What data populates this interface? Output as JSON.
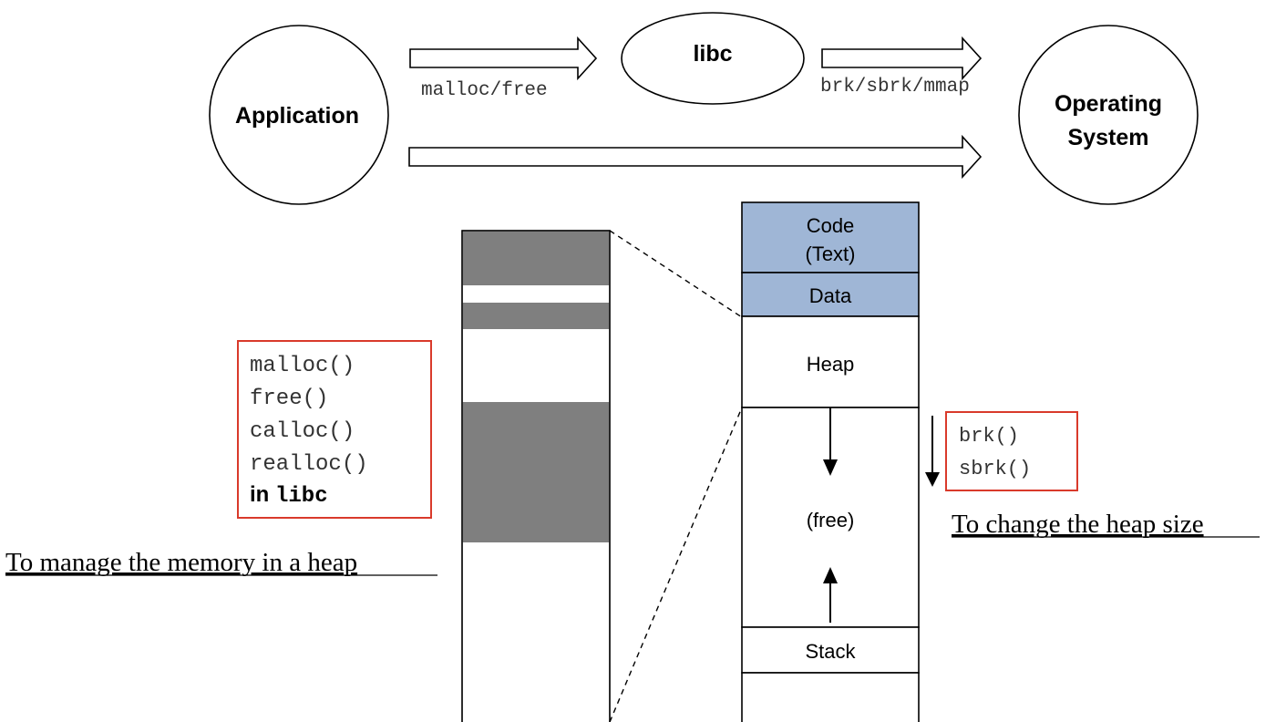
{
  "nodes": {
    "application": "Application",
    "libc": "libc",
    "os_line1": "Operating",
    "os_line2": "System"
  },
  "edges": {
    "app_to_libc": "malloc/free",
    "libc_to_os": "brk/sbrk/mmap"
  },
  "memory_layout": {
    "code_line1": "Code",
    "code_line2": "(Text)",
    "data": "Data",
    "heap": "Heap",
    "free": "(free)",
    "stack": "Stack"
  },
  "libc_functions": {
    "items": [
      "malloc()",
      "free()",
      "calloc()",
      "realloc()"
    ],
    "in_prefix": "in ",
    "in_lib": "libc"
  },
  "sys_calls": {
    "items": [
      "brk()",
      "sbrk()"
    ]
  },
  "captions": {
    "left": "To manage the memory in a heap",
    "right": "To change the heap size"
  },
  "colors": {
    "segment_fill": "#9fb6d6",
    "heap_used": "#7f7f7f",
    "box_border": "#d93a2b"
  }
}
